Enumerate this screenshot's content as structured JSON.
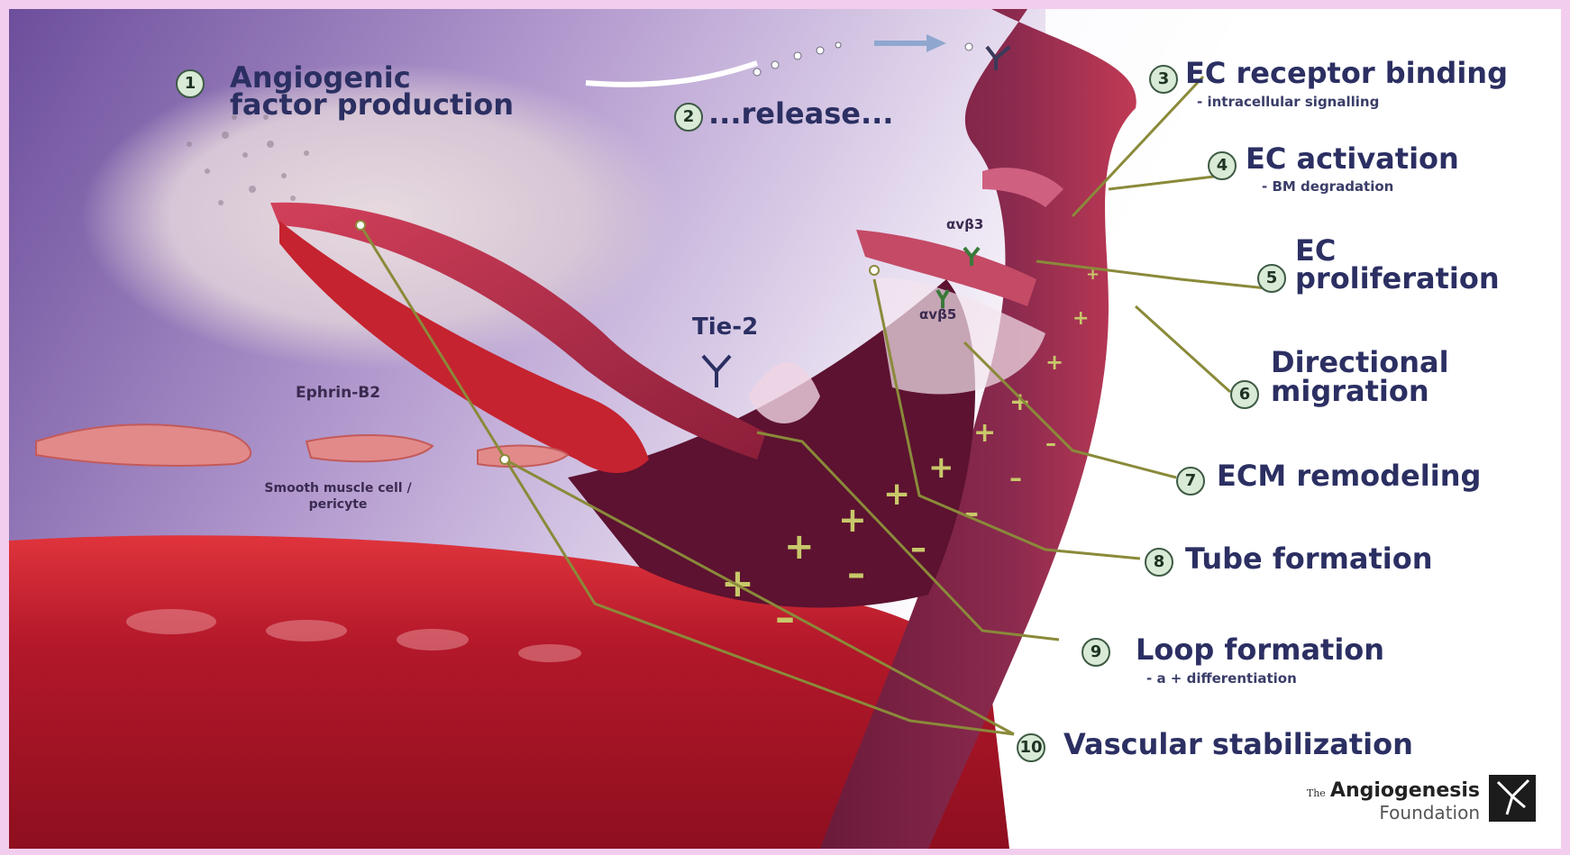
{
  "steps": [
    {
      "n": "1",
      "label_line1": "Angiogenic",
      "label_line2": "factor production"
    },
    {
      "n": "2",
      "label_line1": "...release..."
    },
    {
      "n": "3",
      "label_line1": "EC receptor binding",
      "sub": "- intracellular signalling"
    },
    {
      "n": "4",
      "label_line1": "EC activation",
      "sub": "- BM degradation"
    },
    {
      "n": "5",
      "label_line1": "EC",
      "label_line2": "proliferation"
    },
    {
      "n": "6",
      "label_line1": "Directional",
      "label_line2": "migration"
    },
    {
      "n": "7",
      "label_line1": "ECM remodeling"
    },
    {
      "n": "8",
      "label_line1": "Tube formation"
    },
    {
      "n": "9",
      "label_line1": "Loop formation",
      "sub": "- a + differentiation"
    },
    {
      "n": "10",
      "label_line1": "Vascular stabilization"
    }
  ],
  "annotations": {
    "tie2": "Tie-2",
    "ephrin": "Ephrin-B2",
    "smc_line1": "Smooth muscle cell /",
    "smc_line2": "pericyte",
    "avb3": "αvβ3",
    "avb5": "αvβ5"
  },
  "logo": {
    "prefix": "The",
    "name": "Angiogenesis",
    "org": "Foundation"
  },
  "colors": {
    "frame": "#f3cdee",
    "vessel": "#b3182a",
    "vessel_dark": "#7a0f26",
    "sprout": "#a8385c",
    "label": "#2b2f62",
    "plus_minus": "#c8c86a",
    "pointer_line": "#8a8a3a"
  }
}
